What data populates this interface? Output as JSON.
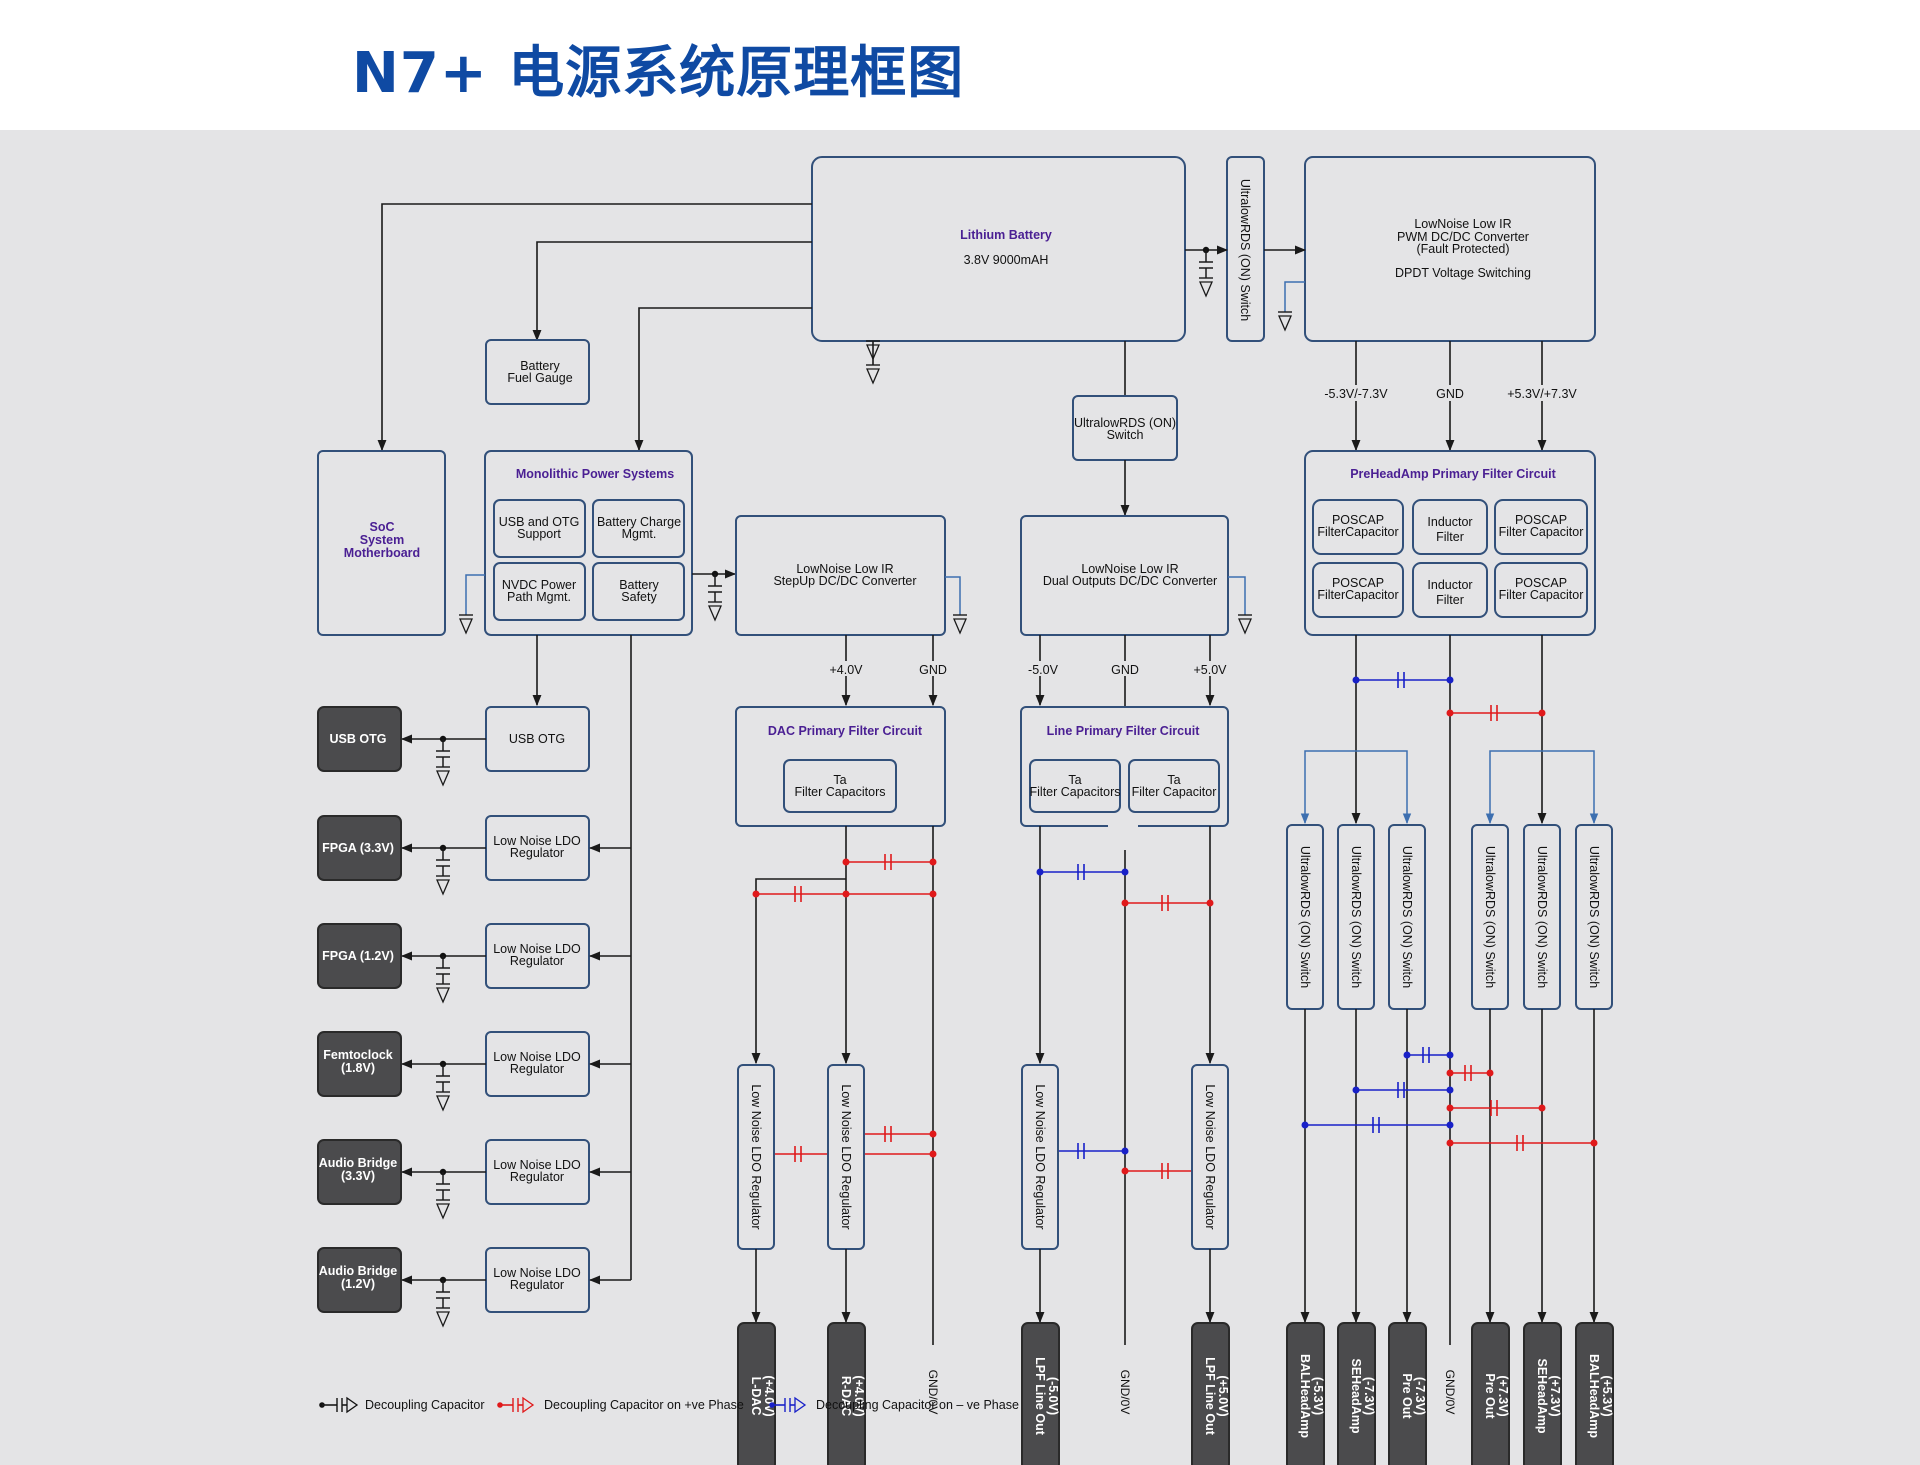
{
  "title": "N7+ 电源系统原理框图",
  "colors": {
    "title": "#0f4aa3",
    "box_stroke": "#32507a",
    "accent_label": "#4a1f93",
    "positive_phase": "#e0191b",
    "negative_phase": "#1820c8",
    "output_block": "#4b4b4d"
  },
  "battery": {
    "name": "Lithium Battery",
    "spec": "3.8V 9000mAH"
  },
  "pwm": {
    "l1": "LowNoise Low IR",
    "l2": "PWM DC/DC Converter",
    "l3": "(Fault Protected)",
    "l4": "DPDT Voltage Switching"
  },
  "switch_label": "UltralowRDS (ON) Switch",
  "mid_switch": {
    "l1": "UltralowRDS (ON)",
    "l2": "Switch"
  },
  "fuel_gauge": {
    "l1": "Battery",
    "l2": "Fuel Gauge"
  },
  "soc": {
    "l1": "SoC",
    "l2": "System",
    "l3": "Motherboard"
  },
  "mps": {
    "title": "Monolithic Power Systems",
    "a1": "USB and OTG",
    "a2": "Support",
    "b1": "Battery Charge",
    "b2": "Mgmt.",
    "c1": "NVDC Power",
    "c2": "Path Mgmt.",
    "d1": "Battery",
    "d2": "Safety"
  },
  "stepup": {
    "l1": "LowNoise Low IR",
    "l2": "StepUp DC/DC Converter"
  },
  "dual": {
    "l1": "LowNoise Low IR",
    "l2": "Dual Outputs DC/DC Converter"
  },
  "rails": {
    "neg73": "-5.3V/-7.3V",
    "gnd": "GND",
    "pos73": "+5.3V/+7.3V",
    "p40": "+4.0V",
    "n50": "-5.0V",
    "p50": "+5.0V",
    "gnd0": "GND/0V"
  },
  "preamp": {
    "title": "PreHeadAmp Primary Filter Circuit",
    "poscap1": "POSCAP",
    "poscap2": "FilterCapacitor",
    "poscap2b": "Filter Capacitor",
    "ind1": "Inductor",
    "ind2": "Filter"
  },
  "dac_filter": {
    "title": "DAC Primary Filter Circuit",
    "ta1": "Ta",
    "ta2": "Filter Capacitors"
  },
  "line_filter": {
    "title": "Line Primary Filter Circuit",
    "ta1": "Ta",
    "ta2a": "Filter Capacitors",
    "ta2b": "Filter Capacitor"
  },
  "ldo": {
    "l1": "Low Noise LDO",
    "l2": "Regulator",
    "vertical": "Low Noise LDO Regulator"
  },
  "usb_otg": "USB OTG",
  "left_outputs": [
    {
      "l1": "USB OTG",
      "l2": ""
    },
    {
      "l1": "FPGA (3.3V)",
      "l2": ""
    },
    {
      "l1": "FPGA (1.2V)",
      "l2": ""
    },
    {
      "l1": "Femtoclock",
      "l2": "(1.8V)"
    },
    {
      "l1": "Audio Bridge",
      "l2": "(3.3V)"
    },
    {
      "l1": "Audio Bridge",
      "l2": "(1.2V)"
    }
  ],
  "bottom_outputs": [
    {
      "l1": "L-DAC",
      "l2": "(+4.0V)"
    },
    {
      "l1": "R-DAC",
      "l2": "(+4.0V)"
    },
    {
      "l1": "LPF Line Out",
      "l2": "(-5.0V)"
    },
    {
      "l1": "LPF Line Out",
      "l2": "(+5.0V)"
    },
    {
      "l1": "BALHeadAmp",
      "l2": "(-5.3V)"
    },
    {
      "l1": "SEHeadAmp",
      "l2": "(-7.3V)"
    },
    {
      "l1": "Pre Out",
      "l2": "(-7.3V)"
    },
    {
      "l1": "Pre Out",
      "l2": "(+7.3V)"
    },
    {
      "l1": "SEHeadAmp",
      "l2": "(+7.3V)"
    },
    {
      "l1": "BALHeadAmp",
      "l2": "(+5.3V)"
    }
  ],
  "legend": {
    "decoupling": "Decoupling Capacitor",
    "positive": "Decoupling Capacitor on +ve Phase",
    "negative": "Decoupling Capacitor on – ve Phase"
  }
}
